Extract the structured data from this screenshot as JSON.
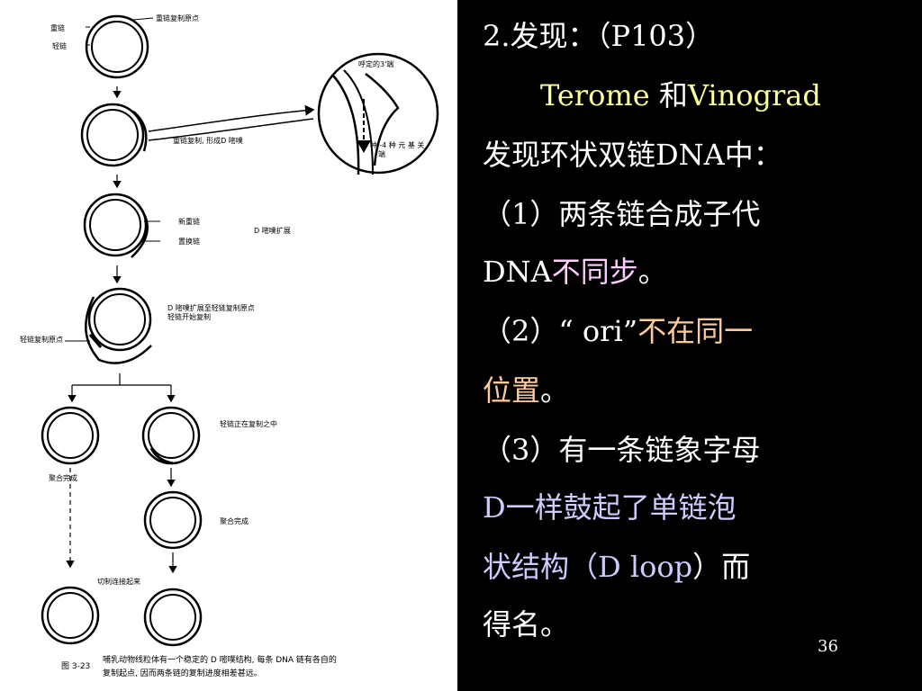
{
  "figure": {
    "labels": {
      "heavy_chain": "重链",
      "light_chain": "轻链",
      "heavy_origin": "重链复制原点",
      "heavy_replication": "重链复制, 形成D 嘧噗",
      "new_heavy": "新重链",
      "displaced": "置换链",
      "dloop_expand": "D 嘧噗扩展",
      "expand_to_light_1": "D 嘧噗扩展至轻链复制原点",
      "expand_to_light_2": "轻链开始复制",
      "light_origin": "轻链复制原点",
      "light_copying": "轻链正在复制之中",
      "complete_left": "聚合完成",
      "complete_right": "聚合完成",
      "ligation": "切制连接起来",
      "inset_top": "呼定的3'端",
      "inset_bottom_1": "D 种 -4 种 元 基 关",
      "inset_bottom_2": "端"
    },
    "caption": {
      "number": "图 3-23",
      "line1": "哺乳动物线粒体有一个稳定的 D 嘧噗结构, 每条 DNA 链有各自的",
      "line2": "复制起点, 因而两条链的复制进度相差甚远。"
    }
  },
  "text": {
    "heading": "2.发现：（P103）",
    "names_a": "Terome ",
    "names_and": "和",
    "names_b": "Vinograd",
    "found": "发现环状双链DNA中：",
    "item1_a": "（1）两条链合成子代",
    "item1_b": "DNA",
    "item1_c": "不同步",
    "item1_d": "。",
    "item2_a": "（2）“ ",
    "item2_b": "ori",
    "item2_c": "”",
    "item2_d": "不在同一",
    "item2_e": "位置",
    "item2_f": "。",
    "item3_a": "（3）有一条链象字母",
    "item3_b": "D一样鼓起了单链泡",
    "item3_c": "状结构（",
    "item3_d": "D  loop",
    "item3_e": "）而",
    "item3_f": "得名。"
  },
  "slide_number": "36",
  "colors": {
    "background": "#000000",
    "white": "#ffffff",
    "yellow": "#ffff99",
    "pink": "#ffccff",
    "orange": "#ffcc99",
    "lavender": "#ccccff"
  }
}
